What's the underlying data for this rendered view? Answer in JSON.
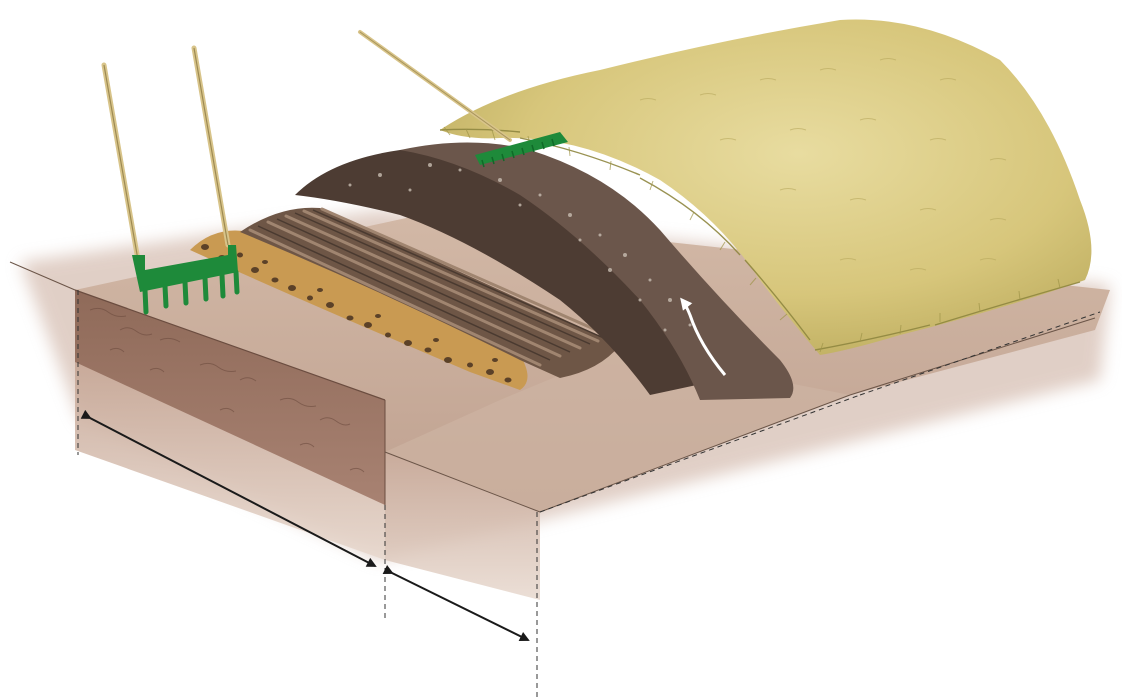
{
  "illustration": {
    "layers": [
      "ground-slab",
      "subsoil-section",
      "gravel-drainage-layer",
      "wood-log-layer",
      "peat-soil-layer",
      "topsoil-layer",
      "grass-turf-mat"
    ],
    "tools": [
      "broadfork-icon",
      "rake-icon"
    ],
    "markers": [
      "curl-arrow-icon",
      "dimension-arrow-width",
      "dimension-arrow-depth",
      "dashed-guide-lines"
    ]
  },
  "colors": {
    "ground": "#c9ad9b",
    "ground_dark": "#a8887a",
    "subsoil": "#9a7463",
    "gravel": "#c99a52",
    "pebble": "#5b4128",
    "wood": "#6e5646",
    "wood_light": "#a08570",
    "soil_dark": "#4d3c33",
    "soil_mid": "#6b564b",
    "grass": "#d6c67a",
    "grass_light": "#e6dca0",
    "grass_edge": "#8f8740",
    "tool_green": "#1e8a3a",
    "handle": "#d8c48a",
    "arrow": "#1a1a1a"
  }
}
